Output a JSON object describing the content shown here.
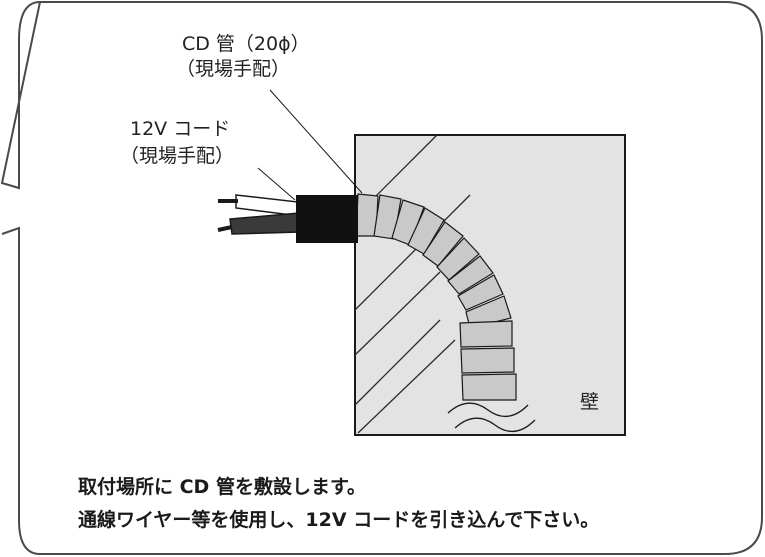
{
  "labels": {
    "cd_pipe": "CD 管（20ϕ）",
    "cd_pipe_note": "（現場手配）",
    "cord": "12V コード",
    "cord_note": "（現場手配）",
    "wall": "壁"
  },
  "instructions": [
    "取付場所に CD 管を敷設します。",
    "通線ワイヤー等を使用し、12V コードを引き込んで下さい。"
  ],
  "colors": {
    "frame": "#4a4a4a",
    "wall_fill": "#e3e3e3",
    "pipe_segment": "#c9c9c9",
    "sleeve": "#111111",
    "dark_wire": "#3a3a3a",
    "white_wire": "#ffffff"
  }
}
